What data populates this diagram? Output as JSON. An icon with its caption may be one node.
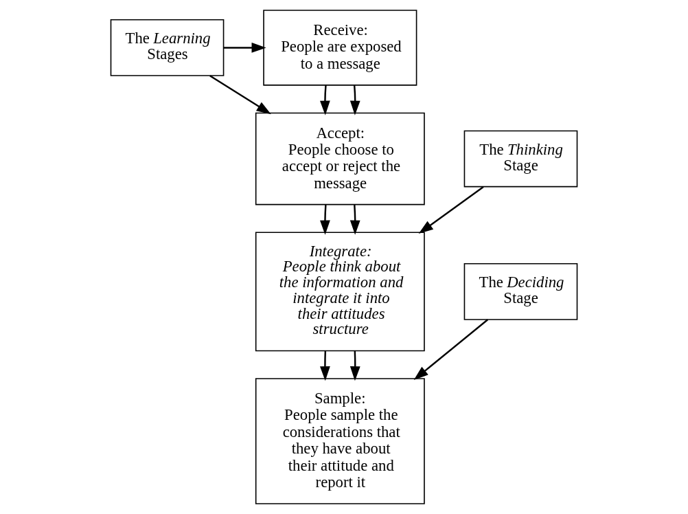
{
  "diagram": {
    "nodes": [
      {
        "text": [
          "Receive:",
          "People are exposed to a message"
        ]
      },
      {
        "text": [
          "The *Learning* Stages"
        ]
      },
      {
        "text": [
          "Accept:",
          "People choose to accept or reject the message"
        ]
      },
      {
        "text": [
          "The *Thinking* Stage"
        ]
      },
      {
        "text": [
          "Integrate:",
          "People think about the information and integrate it into their attitudes structure"
        ]
      },
      {
        "text": [
          "The *Deciding* Stage"
        ]
      },
      {
        "text": [
          "Sample:",
          "People sample the considerations that they have about their attitude and report it"
        ]
      }
    ],
    "edges": [
      {
        "from": 1,
        "to": 0,
        "arrow": "to"
      },
      {
        "from": 1,
        "to": 2,
        "arrow": "to"
      },
      {
        "from": 0,
        "to": 2,
        "arrow": "to"
      },
      {
        "from": 0,
        "to": 2,
        "arrow": "to"
      },
      {
        "from": 3,
        "to": 4,
        "arrow": "to"
      },
      {
        "from": 2,
        "to": 4,
        "arrow": "to"
      },
      {
        "from": 2,
        "to": 4,
        "arrow": "to"
      },
      {
        "from": 5,
        "to": 6,
        "arrow": "to"
      },
      {
        "from": 4,
        "to": 6,
        "arrow": "to"
      },
      {
        "from": 4,
        "to": 6,
        "arrow": "to"
      }
    ]
  }
}
